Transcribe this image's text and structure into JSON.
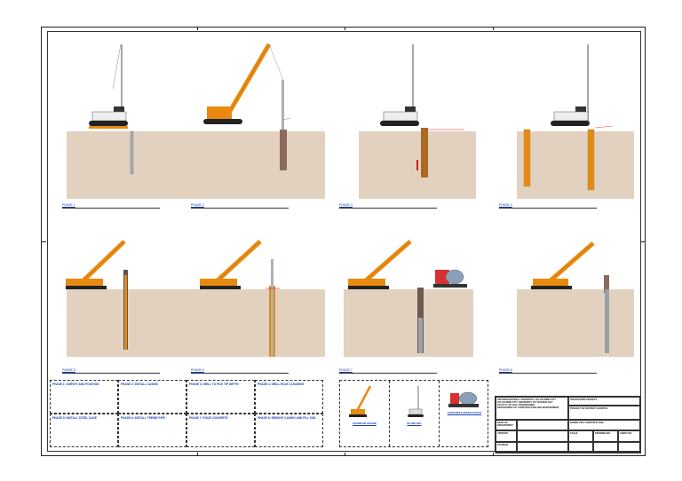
{
  "phases": [
    {
      "label": "PHASE 1"
    },
    {
      "label": "PHASE 2"
    },
    {
      "label": "PHASE 3"
    },
    {
      "label": "PHASE 4"
    },
    {
      "label": "PHASE 5"
    },
    {
      "label": "PHASE 6"
    },
    {
      "label": "PHASE 7"
    },
    {
      "label": "PHASE 8"
    }
  ],
  "notes": [
    {
      "title": "PHASE 1: SURVEY AND POSITION"
    },
    {
      "title": "PHASE 2: INSTALL CASING"
    },
    {
      "title": "PHASE 3: DRILL TO PILE TIP DEPTH"
    },
    {
      "title": "PHASE 4: DRILL HOLE CLEANING"
    },
    {
      "title": "PHASE 5: INSTALL STEEL CAGE"
    },
    {
      "title": "PHASE 6: INSTALL TREMIE PIPE"
    },
    {
      "title": "PHASE 7: POUR CONCRETE"
    },
    {
      "title": "PHASE 8: REMOVE CASING AND FILL SOIL"
    }
  ],
  "equipment": [
    {
      "name": "CRAWLER CRANE"
    },
    {
      "name": "PILING RIG"
    },
    {
      "name": "CONCRETE MIXER TRUCK"
    }
  ],
  "title_block": {
    "institution": [
      "VIETNAM NATIONAL UNIVERSITY, HO CHI MINH CITY",
      "HO CHI MINH CITY UNIVERSITY OF TECHNOLOGY",
      "FACULTY OF CIVIL ENGINEERING",
      "DEPARTMENT OF CONSTRUCTION AND MANAGEMENT"
    ],
    "graduation_project": "GRADUATION PROJECT",
    "project_name": "PROJECT OF DISTRICT HOSPITAL",
    "drawing_title": "BORED PILE CONSTRUCTION",
    "head_of_department_label": "HEAD OF DEPARTMENT",
    "advisor_label": "ADVISOR",
    "student_label": "STUDENT",
    "scale_label": "SCALE",
    "drawing_no_label": "DRAWING NO.",
    "sheet_no_label": "SHEET NO."
  }
}
